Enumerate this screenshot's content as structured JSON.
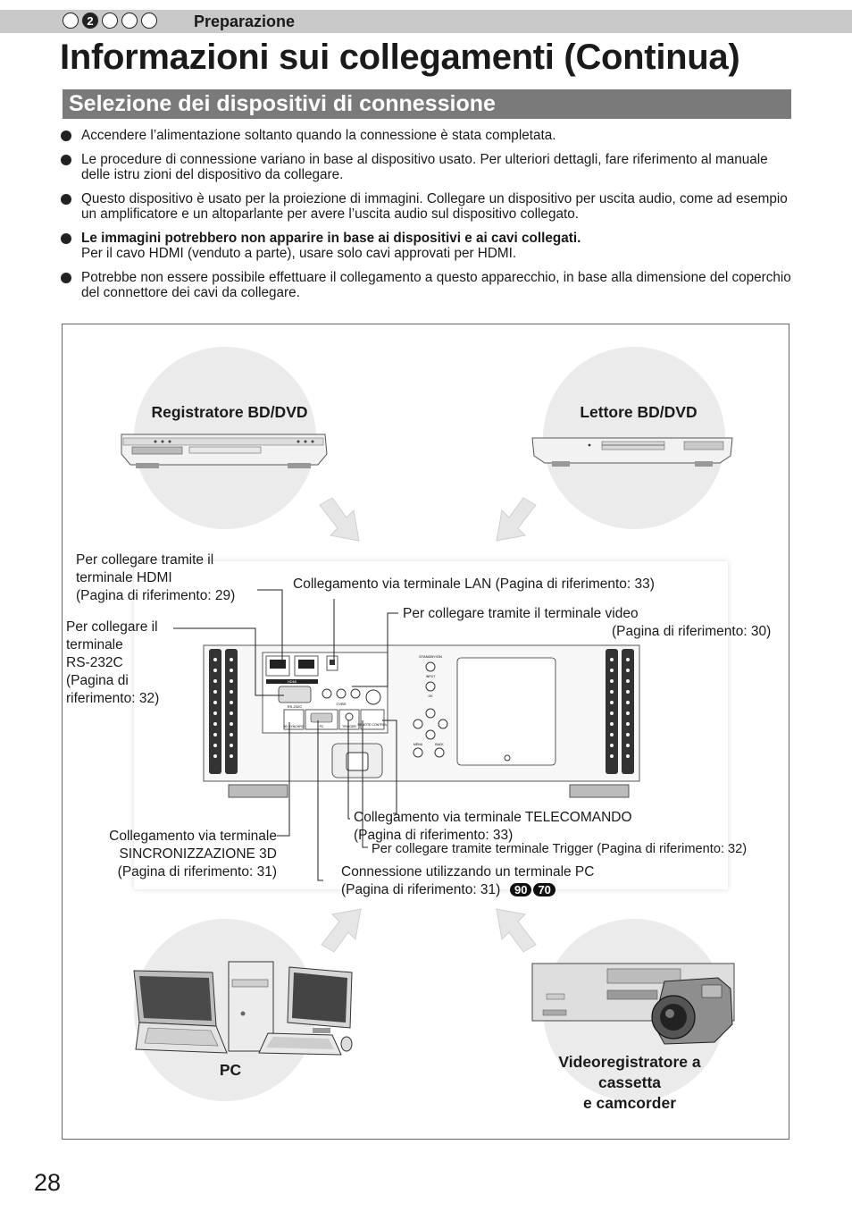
{
  "header": {
    "steps": [
      "",
      "2",
      "",
      "",
      ""
    ],
    "active_step": 1,
    "section": "Preparazione"
  },
  "title": "Informazioni sui collegamenti (Continua)",
  "subtitle": "Selezione dei dispositivi di connessione",
  "bullets": [
    {
      "text": "Accendere l’alimentazione soltanto quando la connessione è stata completata."
    },
    {
      "text": "Le procedure di connessione variano in base al dispositivo usato. Per ulteriori dettagli, fare riferimento al manuale delle istru zioni del dispositivo da collegare."
    },
    {
      "text": "Questo dispositivo è usato per la proiezione di immagini. Collegare un dispositivo per uscita audio, come ad esempio un amplificatore e un altoparlante per avere l’uscita audio sul dispositivo collegato."
    },
    {
      "bold": "Le immagini potrebbero non apparire in base ai dispositivi e ai cavi collegati.",
      "text": "Per il cavo HDMI (venduto a parte), usare solo cavi approvati per HDMI."
    },
    {
      "text": "Potrebbe non essere possibile effettuare il collegamento a questo apparecchio, in base alla dimensione del coperchio del connettore dei cavi da collegare."
    }
  ],
  "devices": {
    "bd_recorder": "Registratore BD/DVD",
    "bd_player": "Lettore BD/DVD",
    "pc": "PC",
    "vcr_line1": "Videoregistratore a",
    "vcr_line2": "cassetta",
    "vcr_line3": "e camcorder"
  },
  "callouts": {
    "hdmi_1": "Per collegare tramite il",
    "hdmi_2": "terminale HDMI",
    "hdmi_3": "(Pagina di riferimento: 29)",
    "lan": "Collegamento via terminale LAN (Pagina di riferimento: 33)",
    "video_1": "Per collegare tramite il terminale video",
    "video_2": "(Pagina di riferimento: 30)",
    "rs_1": "Per collegare il",
    "rs_2": "terminale",
    "rs_3": "RS-232C",
    "rs_4": "(Pagina di",
    "rs_5": "riferimento: 32)",
    "sync_1": "Collegamento via terminale",
    "sync_2": "SINCRONIZZAZIONE 3D",
    "sync_3": "(Pagina di riferimento: 31)",
    "remote_1": "Collegamento via terminale TELECOMANDO",
    "remote_2": "(Pagina di riferimento: 33)",
    "trigger": "Per collegare tramite terminale Trigger (Pagina di riferimento: 32)",
    "pc_1": "Connessione utilizzando un terminale PC",
    "pc_2": "(Pagina di riferimento: 31)",
    "badges": [
      "90",
      "70"
    ]
  },
  "panel_labels": {
    "rs232c": "RS-232C",
    "hdmi": "HDMI",
    "cvbs": "CVBS",
    "pc": "PC",
    "trigger": "TRIGGER",
    "sync": "3D SYNCHRO",
    "remote": "REMOTE CONTROL",
    "menu": "MENU",
    "back": "BACK",
    "input": "INPUT",
    "ok": "OK",
    "brand": "STANDBY/ON"
  },
  "page_number": "28"
}
